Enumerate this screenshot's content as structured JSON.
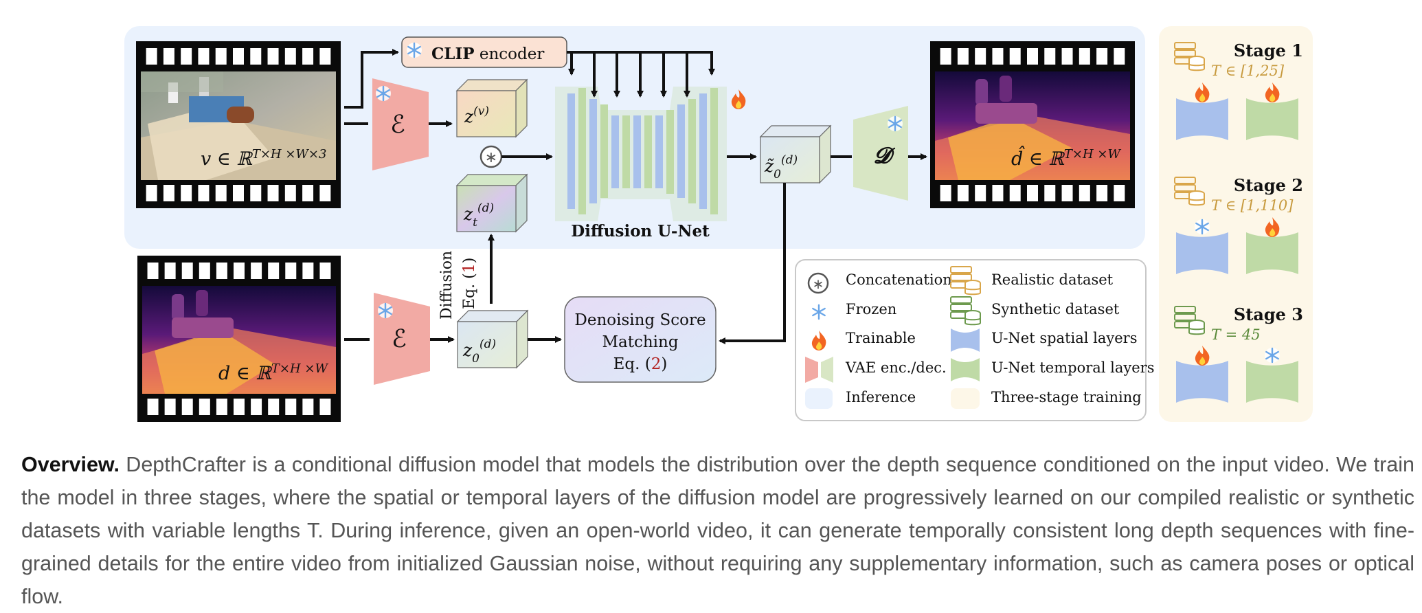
{
  "figure": {
    "clip_label_bold": "CLIP",
    "clip_label_rest": " encoder",
    "input_video_label": "v ∈ ℝ",
    "input_video_sup": "T×H ×W×3",
    "output_depth_label": "d̂ ∈ ℝ",
    "output_depth_sup": "T×H ×W",
    "gt_depth_label": "d ∈ ℝ",
    "gt_depth_sup": "T×H ×W",
    "encoder_symbol": "ℰ",
    "decoder_symbol": "𝓓",
    "latent_video": "z",
    "latent_video_sup": "(v)",
    "latent_noisy": "z",
    "latent_noisy_sub": "t",
    "latent_noisy_sup": "(d)",
    "latent_clean": "z",
    "latent_clean_sub": "0",
    "latent_clean_sup": "(d)",
    "latent_pred": "z̃",
    "latent_pred_sub": "0",
    "latent_pred_sup": "(d)",
    "unet_label": "Diffusion U-Net",
    "concat_symbol": "∗",
    "diffusion_label": "Diffusion",
    "diffusion_eq_prefix": "Eq. (",
    "diffusion_eq_num": "1",
    "diffusion_eq_suffix": ")",
    "dsm_line1": "Denoising Score",
    "dsm_line2": "Matching",
    "dsm_eq_prefix": "Eq. (",
    "dsm_eq_num": "2",
    "dsm_eq_suffix": ")"
  },
  "legend": {
    "items": [
      {
        "label": "Concatenation"
      },
      {
        "label": "Frozen"
      },
      {
        "label": "Trainable"
      },
      {
        "label": "VAE enc./dec."
      },
      {
        "label": "Inference"
      },
      {
        "label": "Realistic dataset"
      },
      {
        "label": "Synthetic dataset"
      },
      {
        "label": "U-Net spatial layers"
      },
      {
        "label": "U-Net temporal layers"
      },
      {
        "label": "Three-stage training"
      }
    ]
  },
  "stages": [
    {
      "title": "Stage 1",
      "t_label": "T ∈ [1,25]"
    },
    {
      "title": "Stage 2",
      "t_label": "T ∈ [1,110]"
    },
    {
      "title": "Stage 3",
      "t_label": "T = 45"
    }
  ],
  "colors": {
    "inference_bg": "#eaf2fd",
    "stage_bg": "#fdf7e8",
    "encoder": "#f2aaa4",
    "decoder": "#d8e6c4",
    "spatial": "#a8c0ec",
    "temporal": "#bfdaa6",
    "realistic": "#d9a64a",
    "synthetic": "#6d9a4e",
    "eq_red": "#b22222"
  },
  "caption": {
    "lead": "Overview.",
    "text": " DepthCrafter is a conditional diffusion model that models the distribution over the depth sequence conditioned on the input video. We train the model in three stages, where the spatial or temporal layers of the diffusion model are progressively learned on our compiled realistic or synthetic datasets with variable lengths T. During inference, given an open-world video, it can generate temporally consistent long depth sequences with fine-grained details for the entire video from initialized Gaussian noise, without requiring any supplementary information, such as camera poses or optical flow."
  }
}
